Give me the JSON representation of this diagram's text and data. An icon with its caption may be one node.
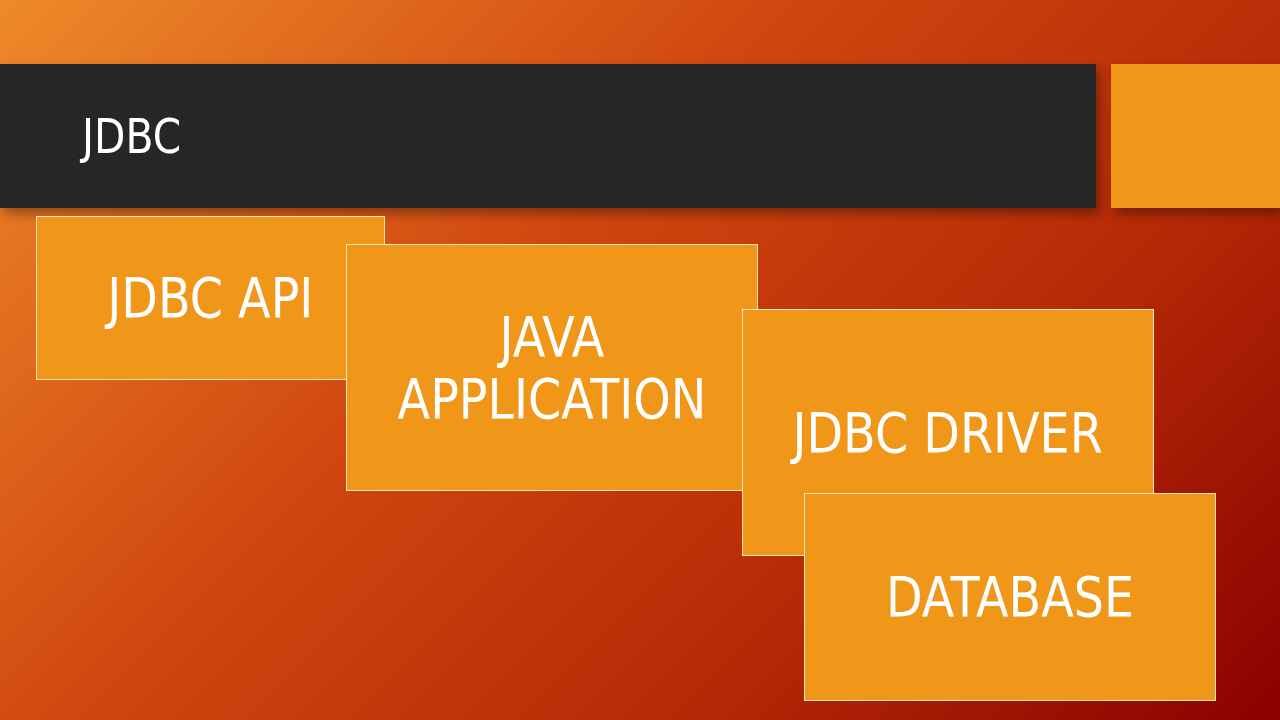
{
  "diagram": {
    "title": "JDBC",
    "nodes": [
      {
        "text": [],
        "shape": "box"
      },
      {
        "text": [
          "JDBC API"
        ]
      },
      {
        "text": [
          "JAVA APPLICATION"
        ]
      },
      {
        "text": [
          "JDBC DRIVER"
        ]
      },
      {
        "text": [
          "DATABASE"
        ]
      }
    ],
    "edges": []
  }
}
